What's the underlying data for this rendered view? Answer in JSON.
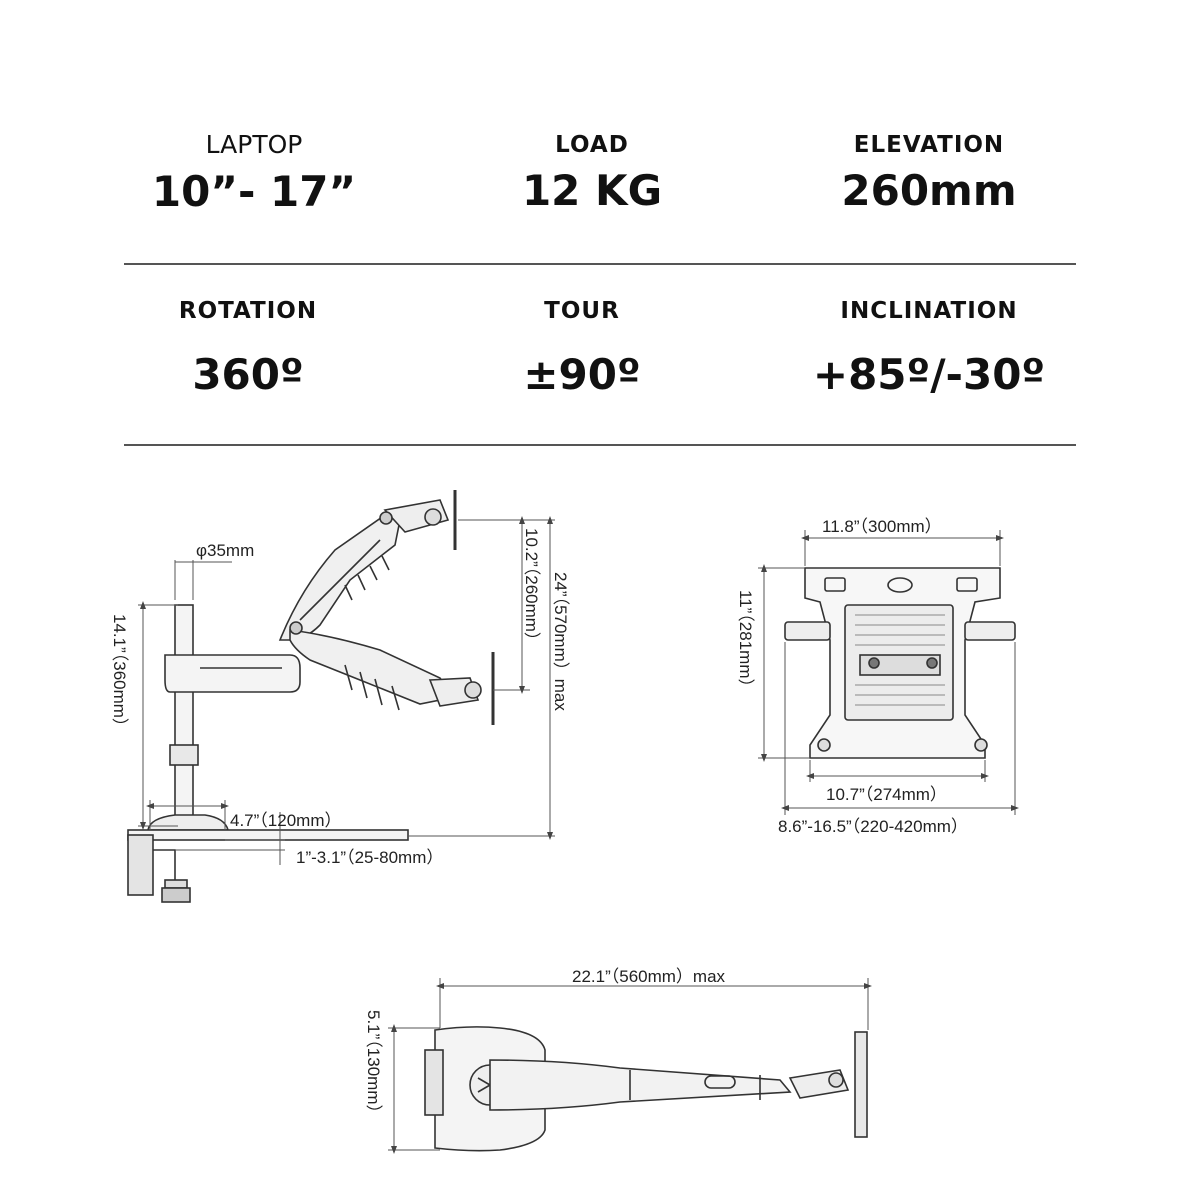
{
  "specs": [
    {
      "label": "LAPTOP",
      "value": "10”- 17”"
    },
    {
      "label": "LOAD",
      "value": "12 KG"
    },
    {
      "label": "ELEVATION",
      "value": "260mm"
    },
    {
      "label": "ROTATION",
      "value": "360º"
    },
    {
      "label": "TOUR",
      "value": "±90º"
    },
    {
      "label": "INCLINATION",
      "value": "+85º/-30º"
    }
  ],
  "side_view": {
    "pole_diameter": "φ35mm",
    "arm_range": "10.2”（260mm）",
    "total_height": "24”（570mm）max",
    "pole_height": "14.1”（360mm）",
    "base_offset": "4.7”（120mm）",
    "clamp_range": "1”-3.1”（25-80mm）"
  },
  "tray_view": {
    "top_width": "11.8”（300mm）",
    "height": "11”（281mm）",
    "bottom_width": "10.7”（274mm）",
    "adjust_range": "8.6”-16.5”（220-420mm）"
  },
  "top_view": {
    "reach": "22.1”（560mm）max",
    "base_width": "5.1”（130mm）"
  }
}
